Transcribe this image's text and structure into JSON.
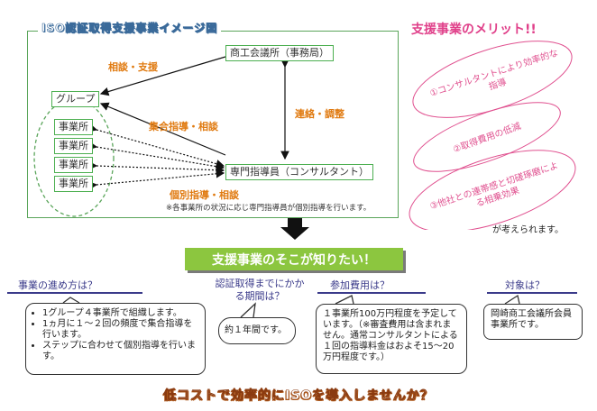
{
  "diagram": {
    "title": "ISO認証取得支援事業イメージ図",
    "group_label": "グループ",
    "office_labels": [
      "事業所",
      "事業所",
      "事業所",
      "事業所"
    ],
    "chamber_label": "商工会議所（事務局）",
    "consultant_label": "専門指導員（コンサルタント）",
    "label_consult_support": "相談・支援",
    "label_group_guidance": "集合指導・相談",
    "label_contact": "連絡・調整",
    "label_individual_guidance": "個別指導・相談",
    "note": "※各事業所の状況に応じ専門指導員が個別指導を行います。"
  },
  "merits": {
    "title": "支援事業のメリット!!",
    "items": [
      "①コンサルタントにより効率的な指導",
      "②取得費用の低減",
      "③他社との連帯感と切磋琢磨による相乗効果"
    ],
    "footer": "が考えられます。"
  },
  "banner": "支援事業のそこが知りたい！",
  "faq": {
    "q1": "事業の進め方は？",
    "a1": [
      "1グループ４事業所で組織します。",
      "1ヵ月に１～２回の頻度で集合指導を行います。",
      "ステップに合わせて個別指導を行います。"
    ],
    "q2": "認証取得までにかかる期間は？",
    "a2": "約１年間です。",
    "q3": "参加費用は？",
    "a3": "１事業所100万円程度を予定しています。（※審査費用は含まれません。通常コンサルタントによる１回の指導料金はおよそ15～20万円程度です。）",
    "q4": "対象は？",
    "a4": "岡崎商工会議所会員事業所です。"
  },
  "bottom_slogan": "低コストで効率的にISOを導入しませんか？"
}
